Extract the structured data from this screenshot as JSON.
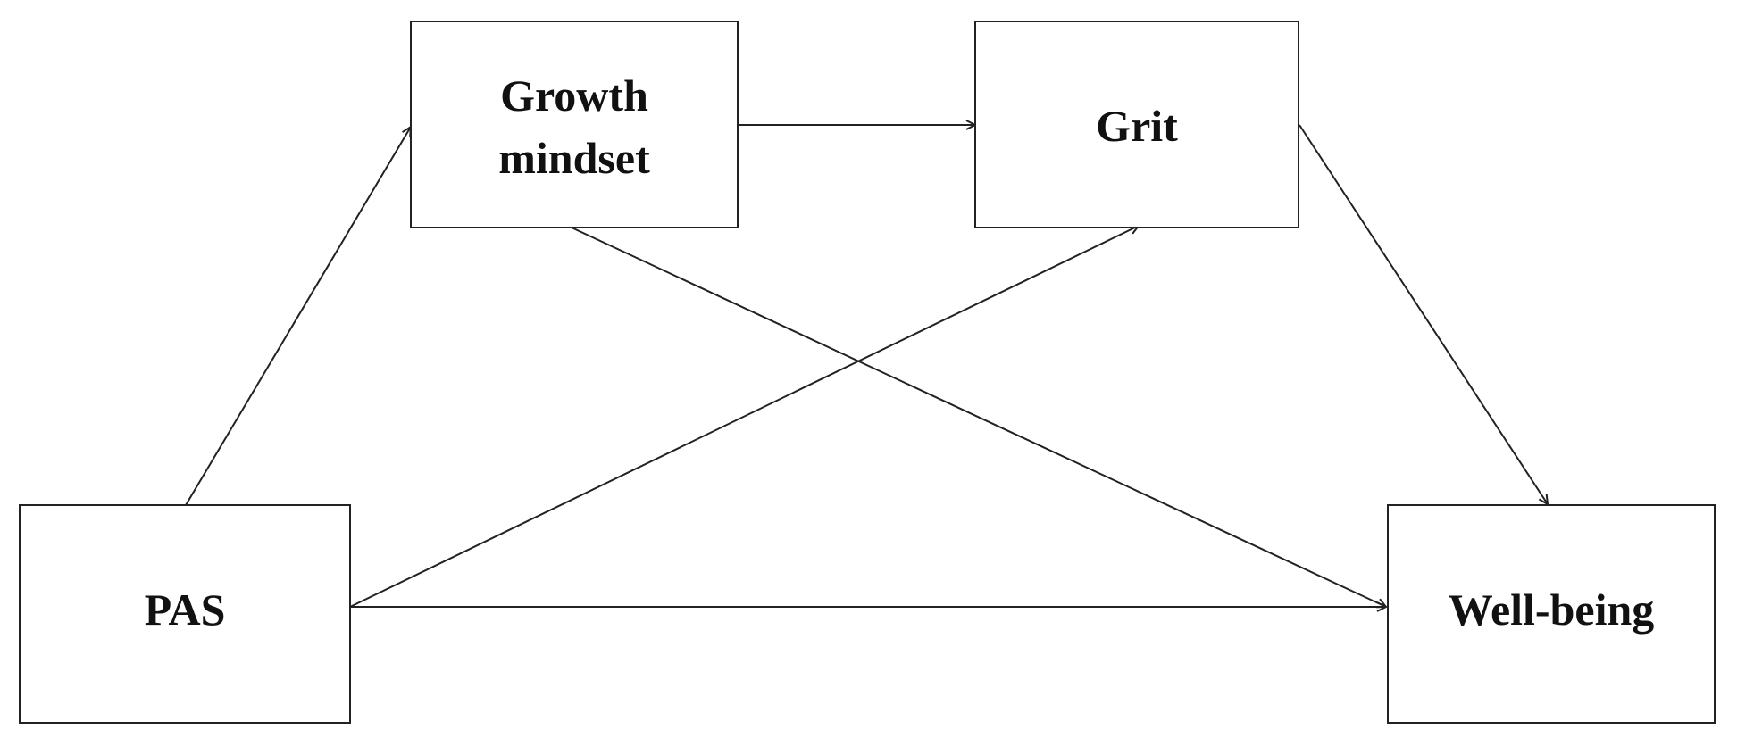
{
  "nodes": {
    "growth": {
      "label_line1": "Growth",
      "label_line2": "mindset"
    },
    "grit": {
      "label": "Grit"
    },
    "pas": {
      "label": "PAS"
    },
    "wellbeing": {
      "label": "Well-being"
    }
  },
  "edges": [
    {
      "from": "PAS",
      "to": "Growth mindset"
    },
    {
      "from": "PAS",
      "to": "Grit"
    },
    {
      "from": "PAS",
      "to": "Well-being"
    },
    {
      "from": "Growth mindset",
      "to": "Grit"
    },
    {
      "from": "Growth mindset",
      "to": "Well-being"
    },
    {
      "from": "Grit",
      "to": "Well-being"
    }
  ],
  "colors": {
    "stroke": "#222222",
    "text": "#111111",
    "background": "#ffffff"
  }
}
